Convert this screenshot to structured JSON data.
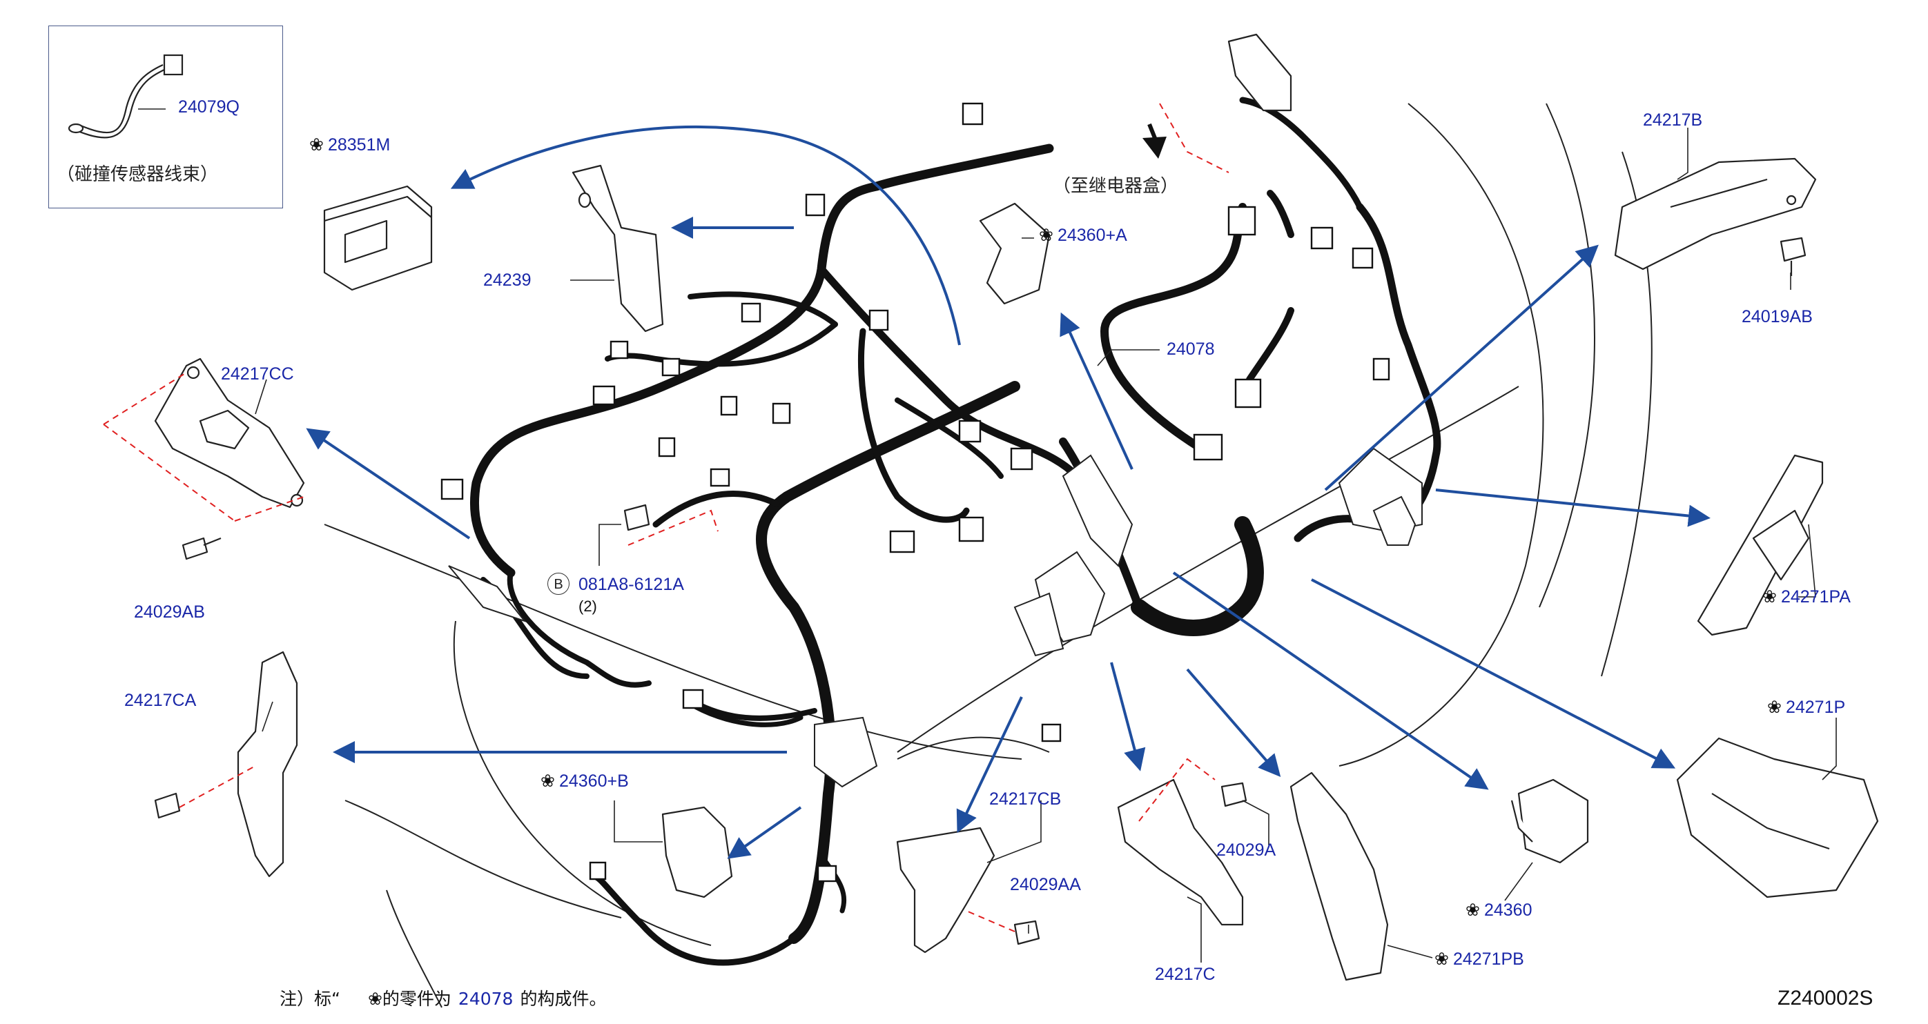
{
  "inset": {
    "part": "24079Q",
    "caption": "（碰撞传感器线束）"
  },
  "relay_box_caption": "（至继电器盒）",
  "part_mark": "❀",
  "labels": {
    "p28351M": "28351M",
    "p24239": "24239",
    "p24217CC": "24217CC",
    "p24029AB": "24029AB",
    "p081A8": "081A8-6121A",
    "p081A8_qty": "(2)",
    "p081A8_circle": "B",
    "p24217CA": "24217CA",
    "p24360B": "24360+B",
    "p24217CB": "24217CB",
    "p24029AA": "24029AA",
    "p24360A": "24360+A",
    "p24078": "24078",
    "p24217B": "24217B",
    "p24019AB": "24019AB",
    "p24271PA": "24271PA",
    "p24271P": "24271P",
    "p24029A": "24029A",
    "p24217C": "24217C",
    "p24271PB": "24271PB",
    "p24360": "24360"
  },
  "note": {
    "prefix": "注）标“",
    "mark": "❀",
    "middle": "的零件为",
    "part": "24078",
    "suffix": "的构成件。"
  },
  "diagram_code": "Z240002S",
  "colors": {
    "label_blue": "#1a27a8",
    "arrow_blue": "#1f4e9e",
    "harness": "#111111",
    "leader_red": "#e02020",
    "line_gray": "#222222"
  }
}
